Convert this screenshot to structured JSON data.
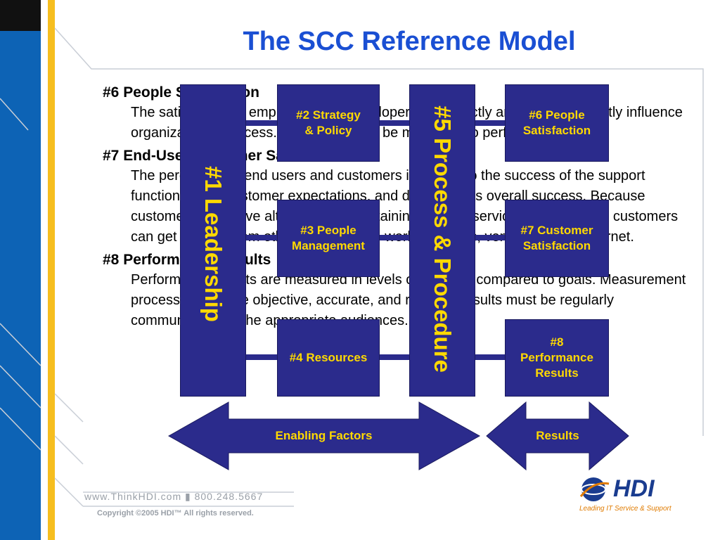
{
  "slide": {
    "title": "The SCC Reference Model"
  },
  "body": {
    "sections": [
      {
        "heading": "#6 People Satisfaction",
        "text": "The satisfaction of employees and developers can directly and can significantly influence organizational success. Personnel must be motivated to perform their jobs."
      },
      {
        "heading": "#7 End-User/Customer Satisfaction",
        "text": "The perception of end users and customers in regard to the success of the support function meets customer expectations, and determine its overall success. Because customers may have alternatives for obtaining support services, for example, customers can get support from other providers, co-workers, peers, vendors, or the Internet."
      },
      {
        "heading": "#8 Performance Results",
        "text": "Performance results are measured in levels of success compared to goals. Measurement processes must be objective, accurate, and realistic; results must be regularly communicated to the appropriate audiences."
      }
    ]
  },
  "diagram": {
    "leadership": "#1 Leadership",
    "process": "#5 Process & Procedure",
    "boxes": {
      "strategy": [
        "#2 Strategy",
        "& Policy"
      ],
      "people_mgmt": [
        "#3 People",
        "Management"
      ],
      "resources": [
        "#4 Resources"
      ],
      "people_sat": [
        "#6 People",
        "Satisfaction"
      ],
      "customer_sat": [
        "#7 Customer",
        "Satisfaction"
      ],
      "performance": [
        "#8",
        "Performance",
        "Results"
      ]
    },
    "enabling_factors": "Enabling Factors",
    "results": "Results",
    "colors": {
      "box_fill": "#2b2b8c",
      "box_text": "#ffd900",
      "title": "#1a4fd3",
      "accent_blue": "#0d63b5",
      "accent_yellow": "#f6be1f"
    }
  },
  "footer": {
    "url_phone": "www.ThinkHDI.com   ▮   800.248.5667",
    "copyright": "Copyright ©2005 HDI™   All rights reserved.",
    "logo": "HDI",
    "tagline": "Leading IT Service & Support"
  }
}
